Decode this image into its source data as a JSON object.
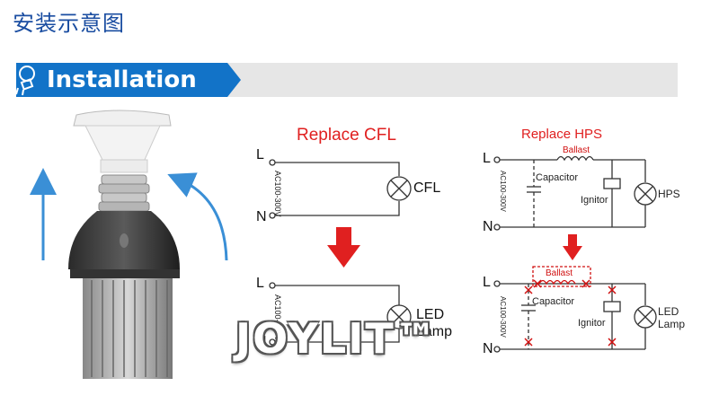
{
  "header": {
    "cn_title": "安装示意图",
    "banner_label": "Installation"
  },
  "cfl_section": {
    "title": "Replace CFL",
    "line_L": "L",
    "line_N": "N",
    "voltage": "AC100-300V",
    "lamp_label": "CFL",
    "after_L": "L",
    "after_N": "N",
    "after_voltage": "AC100-300V",
    "led_label_1": "LED",
    "led_label_2": "Lamp"
  },
  "hps_section": {
    "title": "Replace HPS",
    "line_L": "L",
    "line_N": "N",
    "voltage": "AC100-300V",
    "ballast": "Ballast",
    "capacitor": "Capacitor",
    "ignitor": "Ignitor",
    "lamp_label": "HPS",
    "after_L": "L",
    "after_N": "N",
    "after_voltage": "AC100-300V",
    "after_ballast": "Ballast",
    "after_capacitor": "Capacitor",
    "after_ignitor": "Ignitor",
    "led_label_1": "LED",
    "led_label_2": "Lamp"
  },
  "watermark": "JOYLIT™",
  "colors": {
    "banner_blue": "#1273c8",
    "arrow_red": "#e02020",
    "install_arrow_blue": "#3a8fd6",
    "title_blue": "#1a4da1"
  }
}
